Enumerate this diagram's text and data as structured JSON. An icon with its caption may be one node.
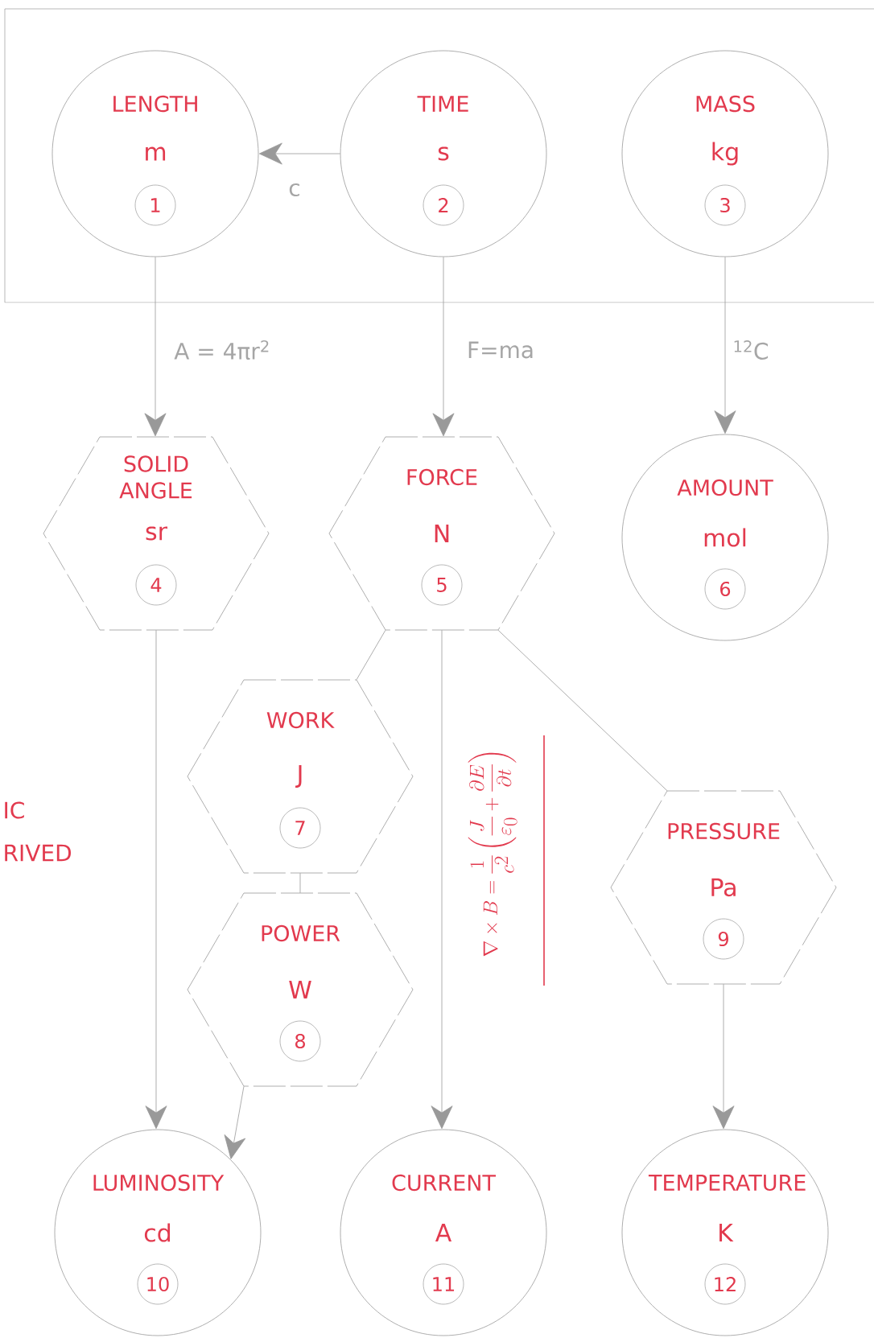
{
  "diagram": {
    "nodes": [
      {
        "text": [
          "LENGTH",
          "m",
          "1"
        ]
      },
      {
        "text": [
          "TIME",
          "s",
          "2"
        ]
      },
      {
        "text": [
          "MASS",
          "kg",
          "3"
        ]
      },
      {
        "text": [
          "SOLID ANGLE",
          "sr",
          "4"
        ]
      },
      {
        "text": [
          "FORCE",
          "N",
          "5"
        ]
      },
      {
        "text": [
          "AMOUNT",
          "mol",
          "6"
        ]
      },
      {
        "text": [
          "WORK",
          "J",
          "7"
        ]
      },
      {
        "text": [
          "POWER",
          "W",
          "8"
        ]
      },
      {
        "text": [
          "PRESSURE",
          "Pa",
          "9"
        ]
      },
      {
        "text": [
          "LUMINOSITY",
          "cd",
          "10"
        ]
      },
      {
        "text": [
          "CURRENT",
          "A",
          "11"
        ]
      },
      {
        "text": [
          "TEMPERATURE",
          "K",
          "12"
        ]
      }
    ],
    "edges": [
      {
        "from": 1,
        "to": 0,
        "arrow": "to",
        "label": "c"
      },
      {
        "from": 0,
        "to": 3,
        "arrow": "to",
        "label": "A = 4πr$^{2}$"
      },
      {
        "from": 1,
        "to": 4,
        "arrow": "to",
        "label": "F=ma"
      },
      {
        "from": 2,
        "to": 5,
        "arrow": "to",
        "label": "$^{12}$C"
      },
      {
        "from": 4,
        "to": 6,
        "arrow": "none"
      },
      {
        "from": 4,
        "to": 8,
        "arrow": "none"
      },
      {
        "from": 6,
        "to": 7,
        "arrow": "none"
      },
      {
        "from": 3,
        "to": 9,
        "arrow": "to"
      },
      {
        "from": 7,
        "to": 9,
        "arrow": "to"
      },
      {
        "from": 4,
        "to": 10,
        "arrow": "to"
      },
      {
        "from": 8,
        "to": 11,
        "arrow": "to"
      }
    ],
    "labels": [
      "IC",
      "RIVED",
      "\\nabla \\times B = \\frac{1}{c^{2}}\\left(\\frac{J}{\\varepsilon_{0}} + \\frac{\\partial E}{\\partial t}\\right)"
    ]
  }
}
